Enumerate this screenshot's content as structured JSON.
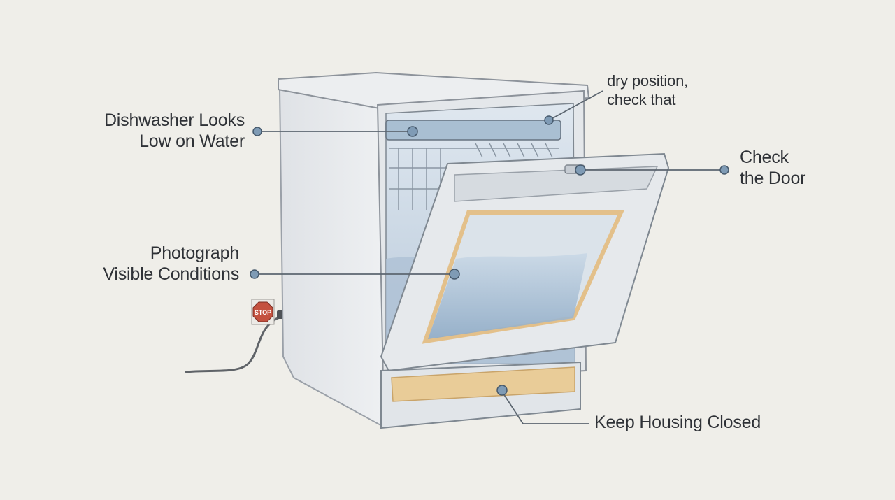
{
  "callouts": {
    "low_water": {
      "line1": "Dishwasher Looks",
      "line2": "Low on Water"
    },
    "dry_position": {
      "line1": "dry position,",
      "line2": "check that"
    },
    "door": {
      "line1": "Check",
      "line2": "the Door"
    },
    "photograph": {
      "line1": "Photograph",
      "line2": "Visible Conditions"
    },
    "housing": {
      "text": "Keep Housing Closed"
    }
  },
  "outlet_sign": {
    "text": "STOP"
  }
}
